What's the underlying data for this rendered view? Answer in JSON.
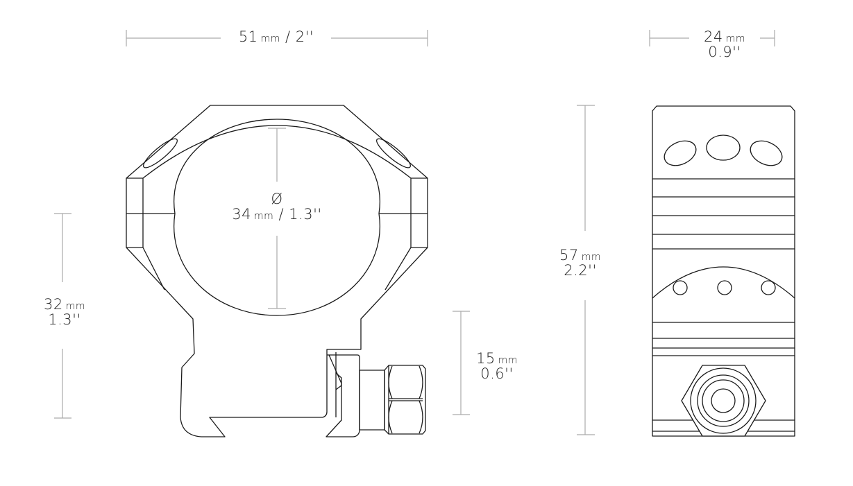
{
  "diagram": {
    "subject": "Scope ring mount technical drawing",
    "line_color": "#1a1a1a",
    "dimension_line_color": "#aaaaaa",
    "views": [
      "front-view",
      "side-view"
    ]
  },
  "dimensions": {
    "width": {
      "value": "51",
      "unit": "mm",
      "imperial": "/ 2''"
    },
    "depth": {
      "value": "24",
      "unit": "mm",
      "imperial": "0.9''"
    },
    "ring_diameter": {
      "symbol": "Ø",
      "value": "34",
      "unit": "mm",
      "imperial": "/ 1.3''"
    },
    "center_height": {
      "value": "32",
      "unit": "mm",
      "imperial": "1.3''"
    },
    "clamp_height": {
      "value": "15",
      "unit": "mm",
      "imperial": "0.6''"
    },
    "total_height": {
      "value": "57",
      "unit": "mm",
      "imperial": "2.2''"
    }
  }
}
